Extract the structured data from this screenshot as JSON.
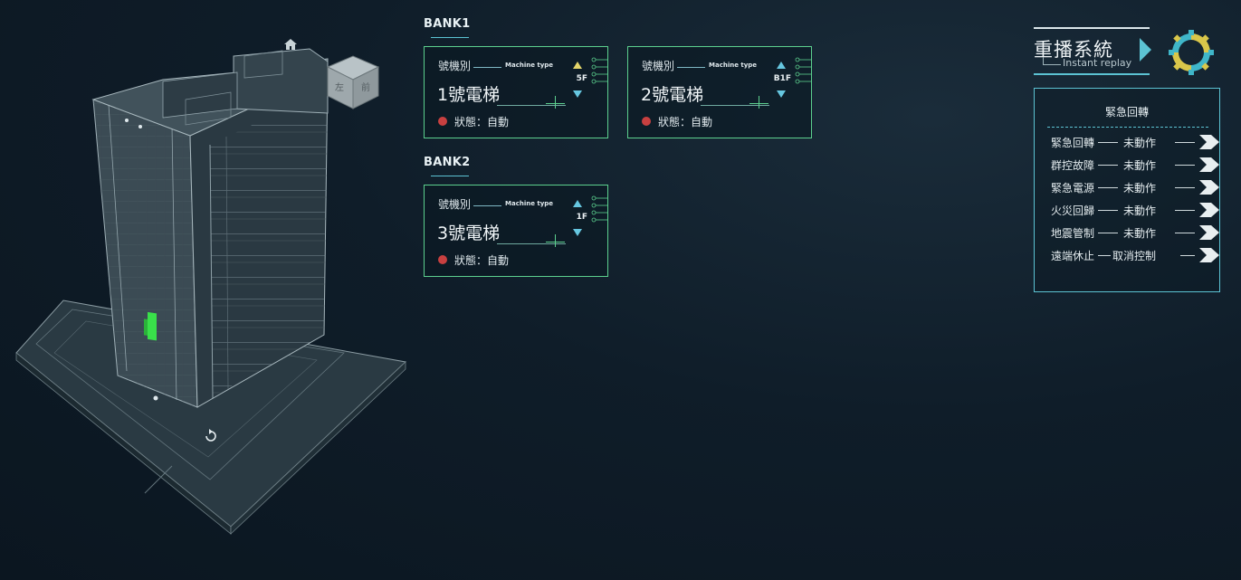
{
  "banks": [
    {
      "title": "BANK1",
      "cards": [
        {
          "label": "號機別",
          "sublabel": "Machine type",
          "name": "1號電梯",
          "floor": "5F",
          "status": "狀態：自動",
          "up_active": true
        },
        {
          "label": "號機別",
          "sublabel": "Machine type",
          "name": "2號電梯",
          "floor": "B1F",
          "status": "狀態：自動",
          "up_active": false
        }
      ]
    },
    {
      "title": "BANK2",
      "cards": [
        {
          "label": "號機別",
          "sublabel": "Machine type",
          "name": "3號電梯",
          "floor": "1F",
          "status": "狀態：自動",
          "up_active": false
        }
      ]
    }
  ],
  "replay": {
    "title": "重播系統",
    "subtitle": "Instant replay"
  },
  "emergency": {
    "title": "緊急回轉",
    "rows": [
      {
        "name": "緊急回轉",
        "value": "未動作"
      },
      {
        "name": "群控故障",
        "value": "未動作"
      },
      {
        "name": "緊急電源",
        "value": "未動作"
      },
      {
        "name": "火災回歸",
        "value": "未動作"
      },
      {
        "name": "地震管制",
        "value": "未動作"
      },
      {
        "name": "遠端休止",
        "value": "取消控制"
      }
    ]
  },
  "colors": {
    "accent": "#5cc3d3",
    "card_border": "#5cd08e",
    "status_dot": "#c84040",
    "up_active": "#e4d56a",
    "background": "#0f1d29",
    "elevator_highlight": "#39e04a"
  },
  "icons": {
    "home": "home-icon",
    "cube": "view-cube-icon",
    "orbit": "orbit-icon",
    "gear": "gear-icon",
    "play": "play-icon",
    "chevron": "chevron-right-icon"
  },
  "view_cube_faces": [
    "左",
    "前"
  ]
}
